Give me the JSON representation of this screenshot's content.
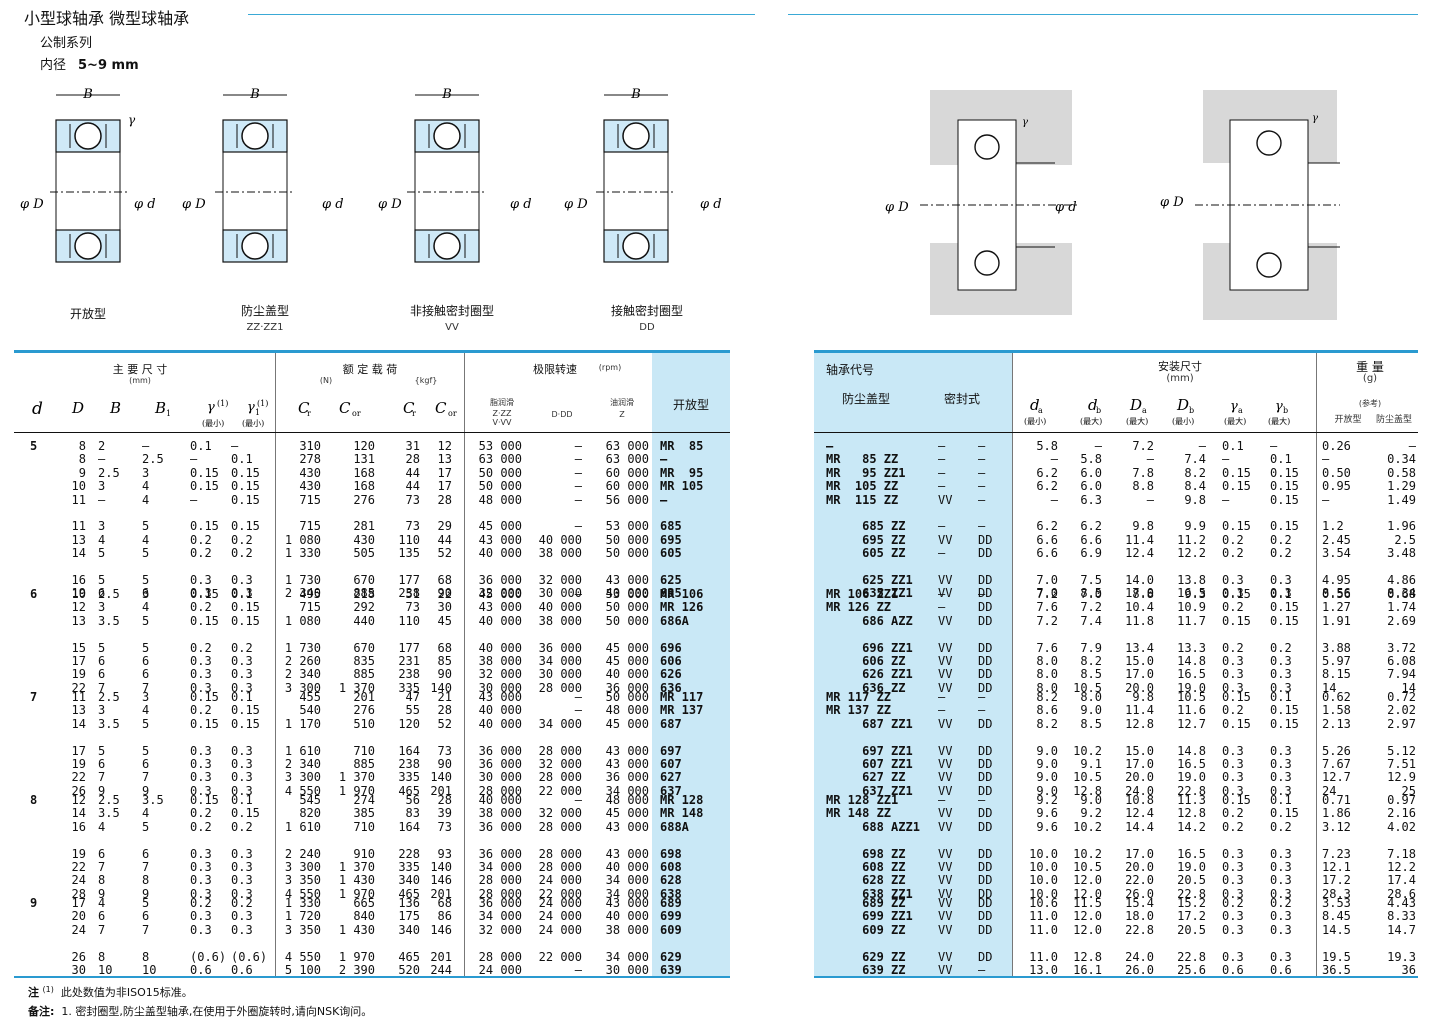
{
  "page": {
    "title": "小型球轴承 微型球轴承",
    "series": "公制系列",
    "bore_label": "内径",
    "bore_range": "5~9 mm"
  },
  "figures": [
    {
      "label": "开放型",
      "sub": ""
    },
    {
      "label": "防尘盖型",
      "sub": "ZZ·ZZ1"
    },
    {
      "label": "非接触密封圈型",
      "sub": "VV"
    },
    {
      "label": "接触密封圈型",
      "sub": "DD"
    }
  ],
  "fig_dims": {
    "B": "B",
    "B1": "B",
    "sub1": "1",
    "D": "φ D",
    "d": "φ d",
    "r": "γ",
    "r1": "γ",
    "Da": "φ D",
    "a": "a",
    "da": "φ d",
    "Db": "φ D",
    "b": "b",
    "db": "φ d",
    "ra": "γ",
    "rb": "γ"
  },
  "left_header": {
    "main_dims": "主 要 尺 寸",
    "main_unit": "(mm)",
    "load": "额 定 载 荷",
    "load_n": "(N)",
    "load_kgf": "{kgf}",
    "speed": "极限转速",
    "speed_unit": "(rpm)",
    "grease": "脂润滑",
    "grease_sub1": "Z·ZZ",
    "grease_sub2": "V·VV",
    "dd": "D·DD",
    "oil": "油润滑",
    "oil_sub": "Z",
    "open": "开放型",
    "d": "d",
    "D": "D",
    "B": "B",
    "B1": "B",
    "one": "1",
    "r": "γ",
    "r_note": "(1)",
    "r1": "γ",
    "r1_sub": "1",
    "r1_note": "(1)",
    "min": "(最小)",
    "Cr": "C",
    "Cor": "C",
    "r_sub": "r",
    "or_sub": "or"
  },
  "right_header": {
    "code": "轴承代号",
    "shield": "防尘盖型",
    "seal": "密封式",
    "install": "安装尺寸",
    "install_unit": "(mm)",
    "da": "d",
    "db": "d",
    "Da": "D",
    "Db": "D",
    "ra": "γ",
    "rb": "γ",
    "a": "a",
    "b": "b",
    "min": "(最小)",
    "max": "(最大)",
    "weight": "重 量",
    "weight_unit": "(g)",
    "ref": "(参考)",
    "w_open": "开放型",
    "w_shield": "防尘盖型"
  },
  "groups": [
    {
      "d": "5",
      "top": 440,
      "rows": 13,
      "D": "8\n8\n9\n10\n11\n\n11\n13\n14\n\n16\n19",
      "B": "2\n—\n2.5\n3\n—\n\n3\n4\n5\n\n5\n6",
      "B1": "—\n2.5\n3\n4\n4\n\n5\n4\n5\n\n5\n6",
      "r": "0.1\n—\n0.15\n0.15\n—\n\n0.15\n0.2\n0.2\n\n0.3\n0.3",
      "r1": "—\n0.1\n0.15\n0.15\n0.15\n\n0.15\n0.2\n0.2\n\n0.3\n0.3",
      "Cr": "310\n278\n430\n430\n715\n\n715\n1 080\n1 330\n\n1 730\n2 340",
      "Cor": "120\n131\n168\n168\n276\n\n281\n430\n505\n\n670\n885",
      "Crk": "31\n28\n44\n44\n73\n\n73\n110\n135\n\n177\n238",
      "Cork": "12\n13\n17\n17\n28\n\n29\n44\n52\n\n68\n90",
      "sg": "53 000\n63 000\n50 000\n50 000\n48 000\n\n45 000\n43 000\n40 000\n\n36 000\n32 000",
      "sd": "—\n—\n—\n—\n—\n\n—\n40 000\n38 000\n\n32 000\n30 000",
      "so": "63 000\n63 000\n60 000\n60 000\n56 000\n\n53 000\n50 000\n50 000\n\n43 000\n40 000",
      "open": "MR  85\n—\nMR  95\nMR 105\n—\n\n685\n695\n605\n\n625\n635"
    },
    {
      "d": "6",
      "top": 588,
      "rows": 8,
      "D": "10\n12\n13\n\n15\n17\n19\n22",
      "B": "2.5\n3\n3.5\n\n5\n6\n6\n7",
      "B1": "3\n4\n5\n\n5\n6\n6\n7",
      "r": "0.15\n0.2\n0.15\n\n0.2\n0.3\n0.3\n0.3",
      "r1": "0.1\n0.15\n0.15\n\n0.2\n0.3\n0.3\n0.3",
      "Cr": "495\n715\n1 080\n\n1 730\n2 260\n2 340\n3 300",
      "Cor": "218\n292\n440\n\n670\n835\n885\n1 370",
      "Crk": "51\n73\n110\n\n177\n231\n238\n335",
      "Cork": "22\n30\n45\n\n68\n85\n90\n140",
      "sg": "45 000\n43 000\n40 000\n\n40 000\n38 000\n32 000\n30 000",
      "sd": "—\n40 000\n38 000\n\n36 000\n34 000\n30 000\n28 000",
      "so": "53 000\n50 000\n50 000\n\n45 000\n45 000\n40 000\n36 000",
      "open": "MR 106\nMR 126\n686A\n\n696\n606\n626\n636"
    },
    {
      "d": "7",
      "top": 691,
      "rows": 10,
      "D": "11\n13\n14\n\n17\n19\n22\n26",
      "B": "2.5\n3\n3.5\n\n5\n6\n7\n9",
      "B1": "3\n4\n5\n\n5\n6\n7\n9",
      "r": "0.15\n0.2\n0.15\n\n0.3\n0.3\n0.3\n0.3",
      "r1": "0.1\n0.15\n0.15\n\n0.3\n0.3\n0.3\n0.3",
      "Cr": "455\n540\n1 170\n\n1 610\n2 340\n3 300\n4 550",
      "Cor": "201\n276\n510\n\n710\n885\n1 370\n1 970",
      "Crk": "47\n55\n120\n\n164\n238\n335\n465",
      "Cork": "21\n28\n52\n\n73\n90\n140\n201",
      "sg": "43 000\n40 000\n40 000\n\n36 000\n36 000\n30 000\n28 000",
      "sd": "—\n—\n34 000\n\n28 000\n32 000\n28 000\n22 000",
      "so": "50 000\n48 000\n45 000\n\n43 000\n43 000\n36 000\n34 000",
      "open": "MR 117\nMR 137\n687\n\n697\n607\n627\n637"
    },
    {
      "d": "8",
      "top": 794,
      "rows": 10,
      "D": "12\n14\n16\n\n19\n22\n24\n28",
      "B": "2.5\n3.5\n4\n\n6\n7\n8\n9",
      "B1": "3.5\n4\n5\n\n6\n7\n8\n9",
      "r": "0.15\n0.2\n0.2\n\n0.3\n0.3\n0.3\n0.3",
      "r1": "0.1\n0.15\n0.2\n\n0.3\n0.3\n0.3\n0.3",
      "Cr": "545\n820\n1 610\n\n2 240\n3 300\n3 350\n4 550",
      "Cor": "274\n385\n710\n\n910\n1 370\n1 430\n1 970",
      "Crk": "56\n83\n164\n\n228\n335\n340\n465",
      "Cork": "28\n39\n73\n\n93\n140\n146\n201",
      "sg": "40 000\n38 000\n36 000\n\n36 000\n34 000\n28 000\n28 000",
      "sd": "—\n32 000\n28 000\n\n28 000\n28 000\n24 000\n22 000",
      "so": "48 000\n45 000\n43 000\n\n43 000\n40 000\n34 000\n34 000",
      "open": "MR 128\nMR 148\n688A\n\n698\n608\n628\n638"
    },
    {
      "d": "9",
      "top": 897,
      "rows": 10,
      "D": "17\n20\n24\n\n26\n30",
      "B": "4\n6\n7\n\n8\n10",
      "B1": "5\n6\n7\n\n8\n10",
      "r": "0.2\n0.3\n0.3\n\n(0.6)\n0.6",
      "r1": "0.2\n0.3\n0.3\n\n(0.6)\n0.6",
      "Cr": "1 330\n1 720\n3 350\n\n4 550\n5 100",
      "Cor": "665\n840\n1 430\n\n1 970\n2 390",
      "Crk": "136\n175\n340\n\n465\n520",
      "Cork": "68\n86\n146\n\n201\n244",
      "sg": "36 000\n34 000\n32 000\n\n28 000\n24 000",
      "sd": "24 000\n24 000\n24 000\n\n22 000\n—",
      "so": "43 000\n40 000\n38 000\n\n34 000\n30 000",
      "open": "689\n699\n609\n\n629\n639"
    }
  ],
  "rgroups": [
    {
      "top": 440,
      "code": "—\nMR   85 ZZ\nMR   95 ZZ1\nMR  105 ZZ\nMR  115 ZZ\n\n     685 ZZ\n     695 ZZ\n     605 ZZ\n\n     625 ZZ1\n     635 ZZ1",
      "seal": "—\n—\n—\n—\nVV\n\n—\nVV\n—\n\nVV\nVV",
      "seal2": "—\n—\n—\n—\n—\n\n—\nDD\nDD\n\nDD\nDD",
      "da": "5.8\n—\n6.2\n6.2\n—\n\n6.2\n6.6\n6.6\n\n7.0\n7.0",
      "db": "—\n5.8\n6.0\n6.0\n6.3\n\n6.2\n6.6\n6.9\n\n7.5\n8.5",
      "Da": "7.2\n—\n7.8\n8.8\n—\n\n9.8\n11.4\n12.4\n\n14.0\n17.0",
      "Db": "—\n7.4\n8.2\n8.4\n9.8\n\n9.9\n11.2\n12.2\n\n13.8\n16.5",
      "ra": "0.1\n—\n0.15\n0.15\n—\n\n0.15\n0.2\n0.2\n\n0.3\n0.3",
      "rb": "—\n0.1\n0.15\n0.15\n0.15\n\n0.15\n0.2\n0.2\n\n0.3\n0.3",
      "wo": "0.26\n—\n0.50\n0.95\n—\n\n1.2\n2.45\n3.54\n\n4.95\n8.56",
      "ws": "—\n0.34\n0.58\n1.29\n1.49\n\n1.96\n2.5\n3.48\n\n4.86\n8.34"
    },
    {
      "top": 588,
      "code": "MR 106 ZZ1\nMR 126 ZZ\n     686 AZZ\n\n     696 ZZ1\n     606 ZZ\n     626 ZZ1\n     636 ZZ",
      "seal": "—\n—\nVV\n\nVV\nVV\nVV\nVV",
      "seal2": "—\nDD\nDD\n\nDD\nDD\nDD\nDD",
      "da": "7.2\n7.6\n7.2\n\n7.6\n8.0\n8.0\n8.0",
      "db": "7.0\n7.2\n7.4\n\n7.9\n8.2\n8.5\n10.5",
      "Da": "8.8\n10.4\n11.8\n\n13.4\n15.0\n17.0\n20.0",
      "Db": "9.3\n10.9\n11.7\n\n13.3\n14.8\n16.5\n19.0",
      "ra": "0.15\n0.2\n0.15\n\n0.2\n0.3\n0.3\n0.3",
      "rb": "0.1\n0.15\n0.15\n\n0.2\n0.3\n0.3\n0.3",
      "wo": "0.56\n1.27\n1.91\n\n3.88\n5.97\n8.15\n14",
      "ws": "0.68\n1.74\n2.69\n\n3.72\n6.08\n7.94\n14"
    },
    {
      "top": 691,
      "code": "MR 117 ZZ\nMR 137 ZZ\n     687 ZZ1\n\n     697 ZZ1\n     607 ZZ1\n     627 ZZ\n     637 ZZ1",
      "seal": "—\n—\nVV\n\nVV\nVV\nVV\nVV",
      "seal2": "—\n—\nDD\n\nDD\nDD\nDD\nDD",
      "da": "8.2\n8.6\n8.2\n\n9.0\n9.0\n9.0\n9.0",
      "db": "8.0\n9.0\n8.5\n\n10.2\n9.1\n10.5\n12.8",
      "Da": "9.8\n11.4\n12.8\n\n15.0\n17.0\n20.0\n24.0",
      "Db": "10.5\n11.6\n12.7\n\n14.8\n16.5\n19.0\n22.8",
      "ra": "0.15\n0.2\n0.15\n\n0.3\n0.3\n0.3\n0.3",
      "rb": "0.1\n0.15\n0.15\n\n0.3\n0.3\n0.3\n0.3",
      "wo": "0.62\n1.58\n2.13\n\n5.26\n7.67\n12.7\n24",
      "ws": "0.72\n2.02\n2.97\n\n5.12\n7.51\n12.9\n25"
    },
    {
      "top": 794,
      "code": "MR 128 ZZ1\nMR 148 ZZ\n     688 AZZ1\n\n     698 ZZ\n     608 ZZ\n     628 ZZ\n     638 ZZ1",
      "seal": "—\nVV\nVV\n\nVV\nVV\nVV\nVV",
      "seal2": "—\nDD\nDD\n\nDD\nDD\nDD\nDD",
      "da": "9.2\n9.6\n9.6\n\n10.0\n10.0\n10.0\n10.0",
      "db": "9.0\n9.2\n10.2\n\n10.2\n10.5\n12.0\n12.0",
      "Da": "10.8\n12.4\n14.4\n\n17.0\n20.0\n22.0\n26.0",
      "Db": "11.3\n12.8\n14.2\n\n16.5\n19.0\n20.5\n22.8",
      "ra": "0.15\n0.2\n0.2\n\n0.3\n0.3\n0.3\n0.3",
      "rb": "0.1\n0.15\n0.2\n\n0.3\n0.3\n0.3\n0.3",
      "wo": "0.71\n1.86\n3.12\n\n7.23\n12.1\n17.2\n28.3",
      "ws": "0.97\n2.16\n4.02\n\n7.18\n12.2\n17.4\n28.6"
    },
    {
      "top": 897,
      "code": "     689 ZZ\n     699 ZZ1\n     609 ZZ\n\n     629 ZZ\n     639 ZZ",
      "seal": "VV\nVV\nVV\n\nVV\nVV",
      "seal2": "DD\nDD\nDD\n\nDD\n—",
      "da": "10.6\n11.0\n11.0\n\n11.0\n13.0",
      "db": "11.5\n12.0\n12.0\n\n12.8\n16.1",
      "Da": "15.4\n18.0\n22.8\n\n24.0\n26.0",
      "Db": "15.2\n17.2\n20.5\n\n22.8\n25.6",
      "ra": "0.2\n0.3\n0.3\n\n0.3\n0.6",
      "rb": "0.2\n0.3\n0.3\n\n0.3\n0.6",
      "wo": "3.53\n8.45\n14.5\n\n19.5\n36.5",
      "ws": "4.43\n8.33\n14.7\n\n19.3\n36"
    }
  ],
  "notes": {
    "n1_label": "注",
    "n1_mark": "(1)",
    "n1_text": "此处数值为非ISO15标准。",
    "n2_label": "备注:",
    "n2_text": "1. 密封圈型,防尘盖型轴承,在使用于外圈旋转时,请向NSK询问。"
  }
}
